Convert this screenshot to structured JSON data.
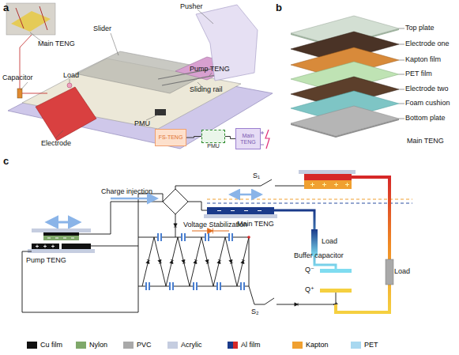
{
  "diagram": {
    "nodes": [
      {
        "text": [
          "FS-TENG"
        ]
      },
      {
        "text": [
          "PMU"
        ]
      },
      {
        "text": [
          "Main TENG"
        ]
      }
    ],
    "edges": [
      {
        "from": 0,
        "to": 1,
        "arrow": "none"
      },
      {
        "from": 1,
        "to": 2,
        "arrow": "none"
      }
    ],
    "labels": [
      "a",
      "Pusher",
      "Slider",
      "Main TENG",
      "Capacitor",
      "Load",
      "Pump TENG",
      "Sliding rail",
      "Electrode",
      "PMU",
      "b",
      "Top plate",
      "Electrode one",
      "Kapton film",
      "PET film",
      "Electrode two",
      "Foam cushion",
      "Bottom plate",
      "Main TENG",
      "c",
      "Charge injection",
      "S₁",
      "Voltage Stabilization",
      "Main TENG",
      "Load",
      "Load",
      "Buffer capacitor",
      "Q⁻",
      "Q⁺",
      "Pump TENG",
      "S₂"
    ],
    "legend": [
      {
        "text": "Cu film",
        "color": "#111111"
      },
      {
        "text": "Nylon",
        "color": "#7fa86a"
      },
      {
        "text": "PVC",
        "color": "#a9a9a9"
      },
      {
        "text": "Acrylic",
        "color": "#c5cde0"
      },
      {
        "text": "Al film"
      },
      {
        "text": "Kapton",
        "color": "#f0a030"
      },
      {
        "text": "PET",
        "color": "#a8d8f0"
      }
    ]
  }
}
